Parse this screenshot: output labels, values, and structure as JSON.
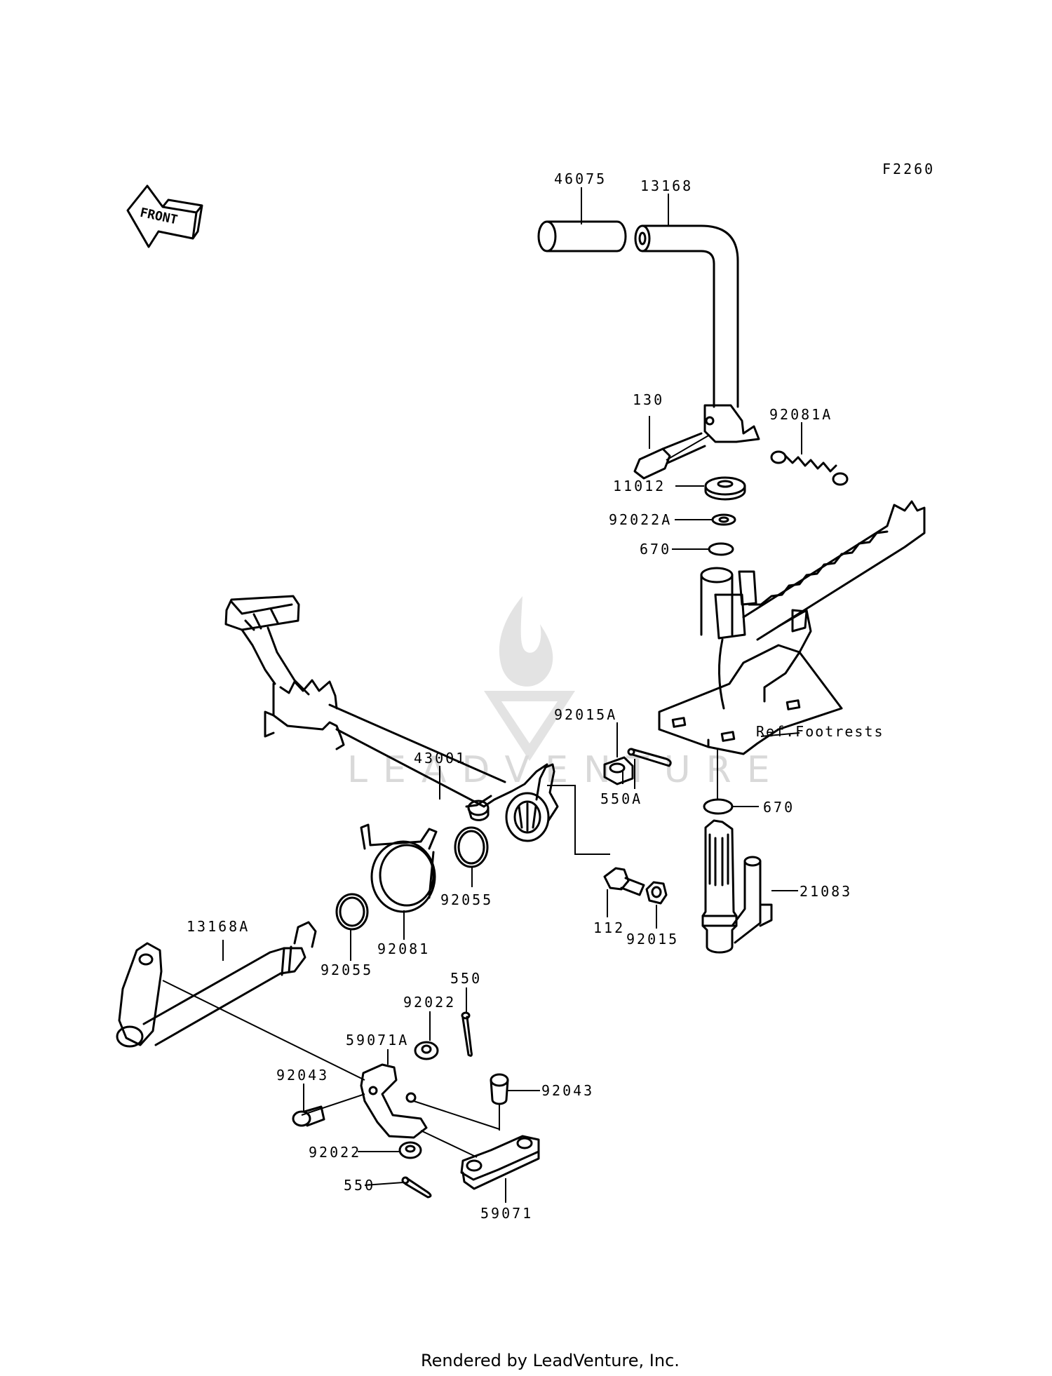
{
  "diagram_code": "F2260",
  "front_arrow_label": "FRONT",
  "watermark_text": "LEADVENTURE",
  "footer": "Rendered by LeadVenture, Inc.",
  "callouts": [
    {
      "id": "c-46075",
      "text": "46075"
    },
    {
      "id": "c-13168",
      "text": "13168"
    },
    {
      "id": "c-130",
      "text": "130"
    },
    {
      "id": "c-92081A",
      "text": "92081A"
    },
    {
      "id": "c-11012",
      "text": "11012"
    },
    {
      "id": "c-92022A",
      "text": "92022A"
    },
    {
      "id": "c-670a",
      "text": "670"
    },
    {
      "id": "c-43001",
      "text": "43001"
    },
    {
      "id": "c-92015A",
      "text": "92015A"
    },
    {
      "id": "c-550A",
      "text": "550A"
    },
    {
      "id": "c-ref",
      "text": "Ref.Footrests"
    },
    {
      "id": "c-670b",
      "text": "670"
    },
    {
      "id": "c-92055a",
      "text": "92055"
    },
    {
      "id": "c-112",
      "text": "112"
    },
    {
      "id": "c-92015",
      "text": "92015"
    },
    {
      "id": "c-21083",
      "text": "21083"
    },
    {
      "id": "c-13168A",
      "text": "13168A"
    },
    {
      "id": "c-92081",
      "text": "92081"
    },
    {
      "id": "c-92055b",
      "text": "92055"
    },
    {
      "id": "c-550a",
      "text": "550"
    },
    {
      "id": "c-92022a",
      "text": "92022"
    },
    {
      "id": "c-59071A",
      "text": "59071A"
    },
    {
      "id": "c-92043a",
      "text": "92043"
    },
    {
      "id": "c-92043b",
      "text": "92043"
    },
    {
      "id": "c-92022b",
      "text": "92022"
    },
    {
      "id": "c-550b",
      "text": "550"
    },
    {
      "id": "c-59071",
      "text": "59071"
    }
  ]
}
